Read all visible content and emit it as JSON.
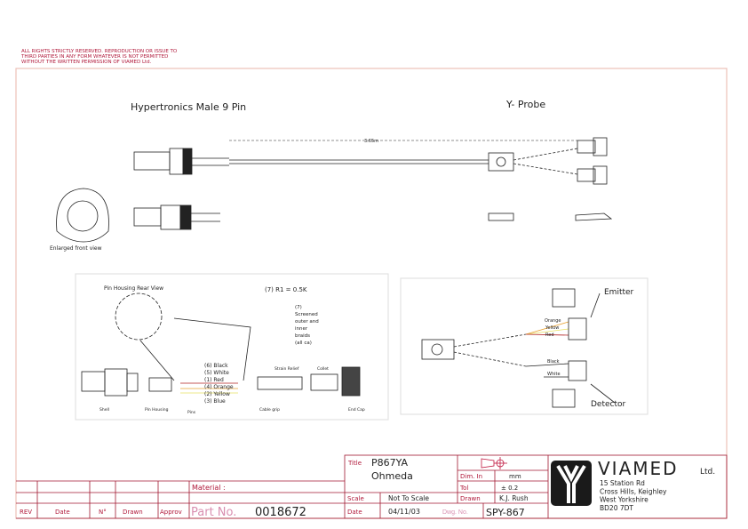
{
  "notice": [
    "ALL RIGHTS STRICTLY RESERVED. REPRODUCTION OR ISSUE TO",
    "THIRD PARTIES IN ANY FORM WHATEVER IS NOT PERMITTED",
    "WITHOUT THE WRITTEN PERMISSION OF VIAMED Ltd."
  ],
  "drawing": {
    "connector_title": "Hypertronics Male 9 Pin",
    "probe_title": "Y- Probe",
    "cable_length": "3.65m",
    "front_view_label": "Enlarged front view",
    "rear_view_label": "Pin Housing Rear View",
    "resistor_note": "(7) R1 = 0.5K",
    "screen_note": [
      "(7)",
      "Screened",
      "outer and",
      "inner",
      "braids",
      "(all ca)"
    ],
    "wires": [
      "(6) Black",
      "(5) White",
      "(1) Red",
      "(4) Orange",
      "(2) Yellow",
      "(3) Blue"
    ],
    "parts": {
      "shell": "Shell",
      "pin_housing": "Pin Housing",
      "pins": "Pins",
      "cable_grip": "Cable grip",
      "strain_relief": "Strain Relief",
      "collet": "Collet",
      "end_cap": "End Cap"
    },
    "probe_wires": {
      "orange": "Orange",
      "yellow": "Yellow",
      "red": "Red",
      "black": "Black",
      "white": "White"
    },
    "emitter_label": "Emitter",
    "detector_label": "Detector"
  },
  "title_block": {
    "material_label": "Material :",
    "rev_headers": [
      "REV",
      "Date",
      "N°",
      "Drawn",
      "Approv"
    ],
    "part_no_label": "Part No.",
    "part_no": "0018672",
    "title_label": "Title",
    "title_line1": "P867YA",
    "title_line2": "Ohmeda",
    "dim_in_label": "Dim. In",
    "dim_in": "mm",
    "tol_label": "Tol",
    "tol": "± 0.2",
    "scale_label": "Scale",
    "scale": "Not To Scale",
    "drawn_label": "Drawn",
    "drawn": "K.J. Rush",
    "date_label": "Date",
    "date": "04/11/03",
    "dwg_no_label": "Dwg. No.",
    "dwg_no": "SPY-867",
    "company": "VIAMED",
    "company_suffix": "Ltd.",
    "address": [
      "15 Station Rd",
      "Cross Hills, Keighley",
      "West Yorkshire",
      "BD20 7DT"
    ]
  },
  "colors": {
    "frame": "#b0183a",
    "border": "#e8b0a8",
    "wire_red": "#b02020",
    "wire_orange": "#e8a030",
    "wire_yellow": "#e8e060"
  }
}
